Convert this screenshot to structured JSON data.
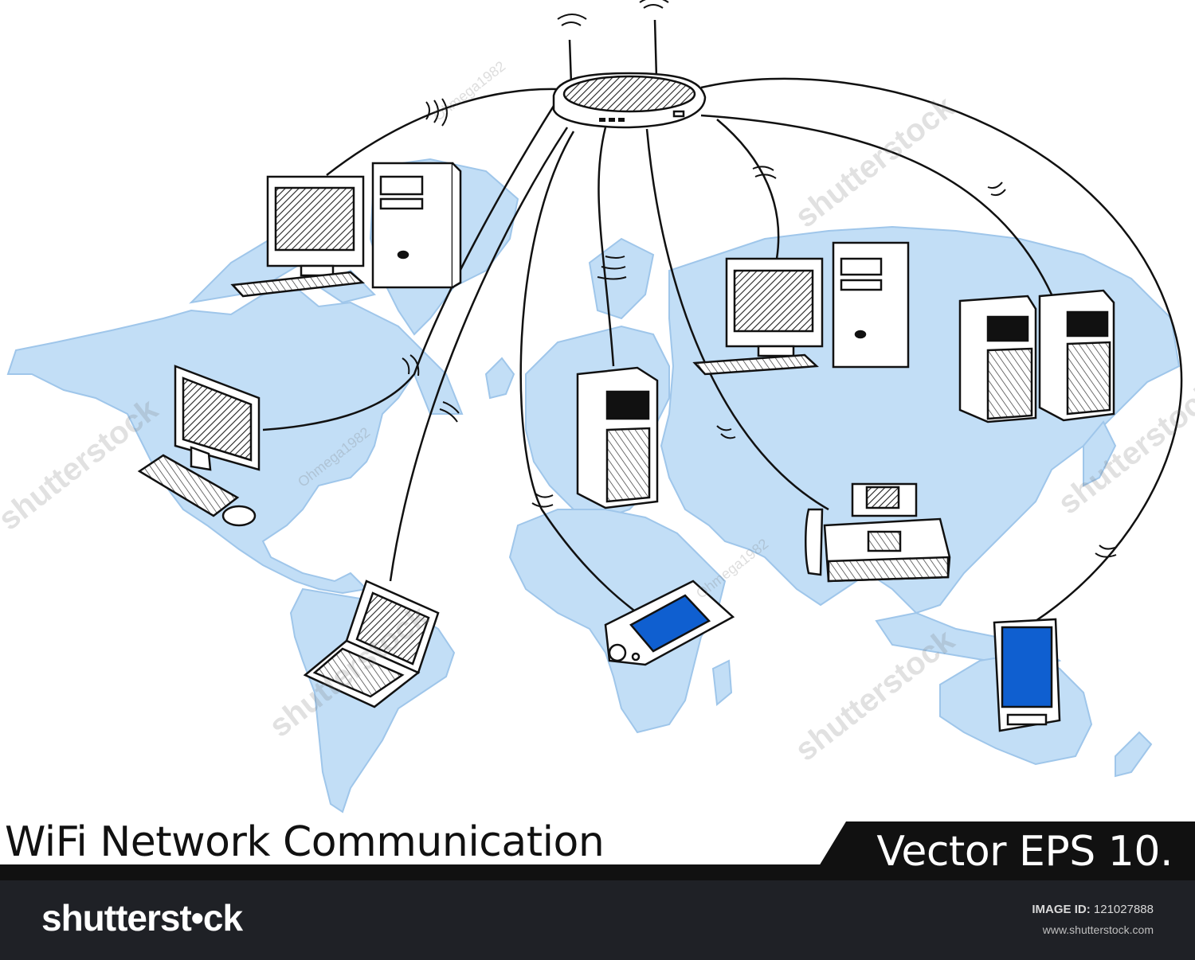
{
  "title": "WiFi Network Communication",
  "version_label": "Vector EPS 10.",
  "footer": {
    "brand": "shutterst•ck",
    "image_id_label": "IMAGE ID:",
    "image_id_value": "121027888",
    "site": "www.shutterstock.com"
  },
  "watermarks": {
    "brand": "shutterstock",
    "author": "Ohmega1982"
  },
  "colors": {
    "map_fill": "#c2def6",
    "map_stroke": "#9fc6ea",
    "line": "#111111",
    "screen_blue": "#0f5fd0",
    "footer_bg": "#1f2126"
  },
  "nodes": [
    {
      "name": "wifi-router",
      "icon": "router-icon"
    },
    {
      "name": "desktop-computer-north",
      "icon": "desktop-computer-icon"
    },
    {
      "name": "monitor-keyboard-west",
      "icon": "monitor-icon"
    },
    {
      "name": "laptop-south-america",
      "icon": "laptop-icon"
    },
    {
      "name": "server-europe",
      "icon": "server-icon"
    },
    {
      "name": "tablet-africa",
      "icon": "tablet-icon"
    },
    {
      "name": "desktop-computer-asia",
      "icon": "desktop-computer-icon"
    },
    {
      "name": "servers-east",
      "icon": "server-icon"
    },
    {
      "name": "fax-machine-india",
      "icon": "fax-icon"
    },
    {
      "name": "smartphone-australia",
      "icon": "smartphone-icon"
    }
  ]
}
